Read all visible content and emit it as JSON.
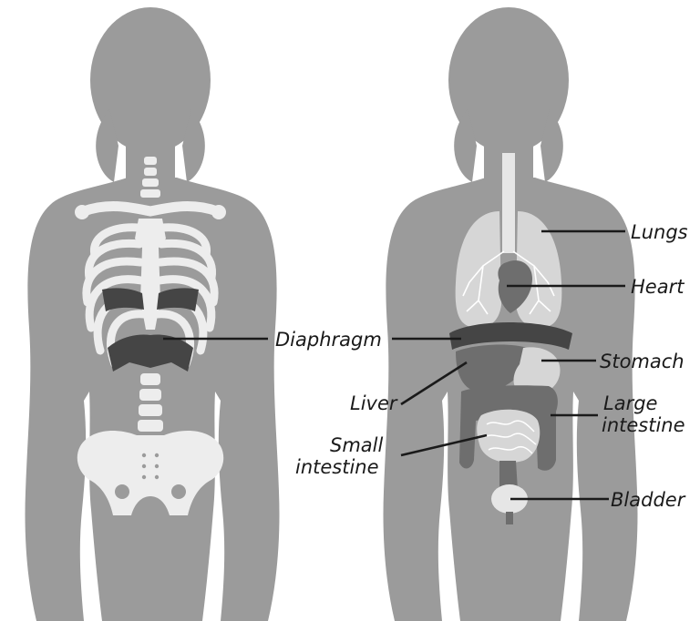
{
  "labels": {
    "diaphragm": "Diaphragm",
    "lungs": "Lungs",
    "heart": "Heart",
    "stomach": "Stomach",
    "liver": "Liver",
    "large_intestine_1": "Large",
    "large_intestine_2": "intestine",
    "small_intestine_1": "Small",
    "small_intestine_2": "intestine",
    "bladder": "Bladder"
  },
  "colors": {
    "silhouette": "#9b9b9b",
    "bone": "#ededed",
    "diaphragm": "#454545",
    "organs_dark": "#6e6e6e",
    "organs_light": "#d6d6d6",
    "label_text": "#1a1a1a"
  }
}
